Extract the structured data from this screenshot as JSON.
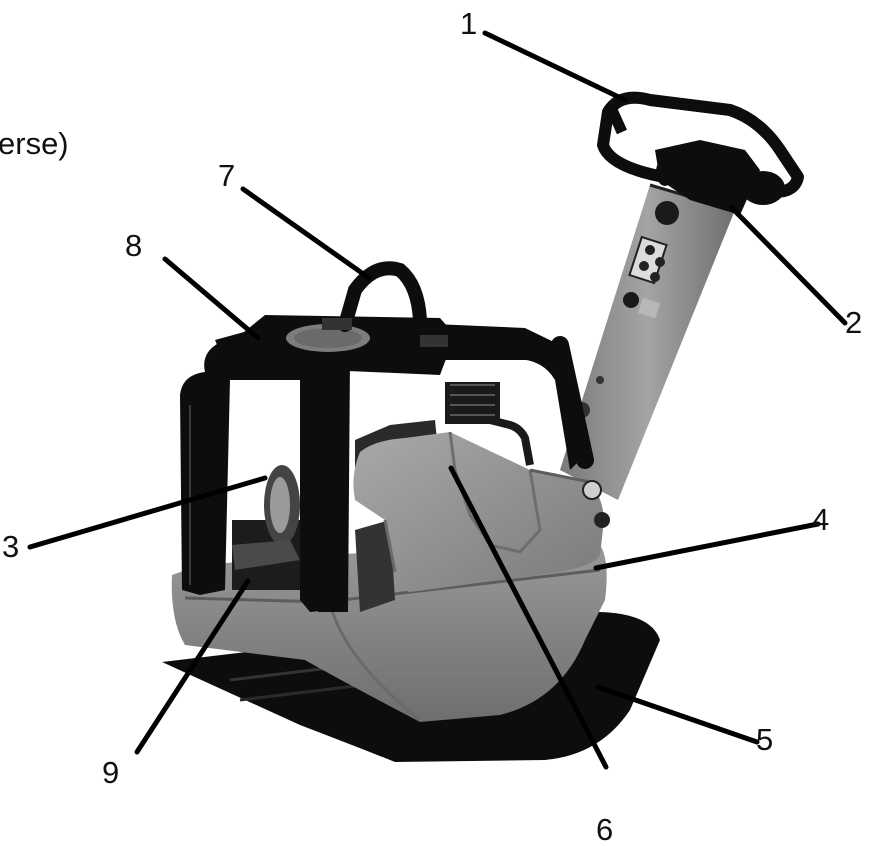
{
  "figure": {
    "partial_caption": "erse)",
    "callouts": [
      {
        "id": "1",
        "text": "1"
      },
      {
        "id": "2",
        "text": "2"
      },
      {
        "id": "3",
        "text": "3"
      },
      {
        "id": "4",
        "text": "4"
      },
      {
        "id": "5",
        "text": "5"
      },
      {
        "id": "6",
        "text": "6"
      },
      {
        "id": "7",
        "text": "7"
      },
      {
        "id": "8",
        "text": "8"
      },
      {
        "id": "9",
        "text": "9"
      }
    ]
  },
  "colors": {
    "background": "#ffffff",
    "frame": "#0d0d0d",
    "housing": "#8d8d8d",
    "leader_lines": "#000000"
  }
}
